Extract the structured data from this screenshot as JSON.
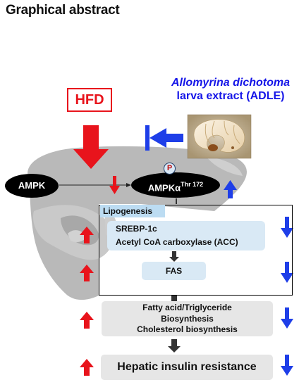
{
  "title": "Graphical abstract",
  "extract": {
    "line1": "Allomyrina dichotoma",
    "line2": "larva extract (ADLE)"
  },
  "hfd_label": "HFD",
  "ampk_label": "AMPK",
  "ampka": {
    "base": "AMPKα",
    "sup": "Thr 172"
  },
  "phos_label": "P",
  "lipogenesis_label": "Lipogenesis",
  "srebp": {
    "line1": "SREBP-1c",
    "line2": "Acetyl CoA carboxylase (ACC)"
  },
  "fas_label": "FAS",
  "fatty": {
    "line1": "Fatty acid/Triglyceride",
    "line2": "Biosynthesis",
    "line3": "Cholesterol biosynthesis"
  },
  "hepatic_label": "Hepatic insulin resistance",
  "colors": {
    "increase": "#e8141c",
    "decrease": "#1e3ee8",
    "liver_fill": "#b8b8b8",
    "box_fill": "#d9e9f5",
    "gray_box": "#e6e6e6"
  },
  "icons": [
    "liver-silhouette",
    "larva-image",
    "inhibit-arrow-icon",
    "up-arrow-icon",
    "down-arrow-icon"
  ]
}
